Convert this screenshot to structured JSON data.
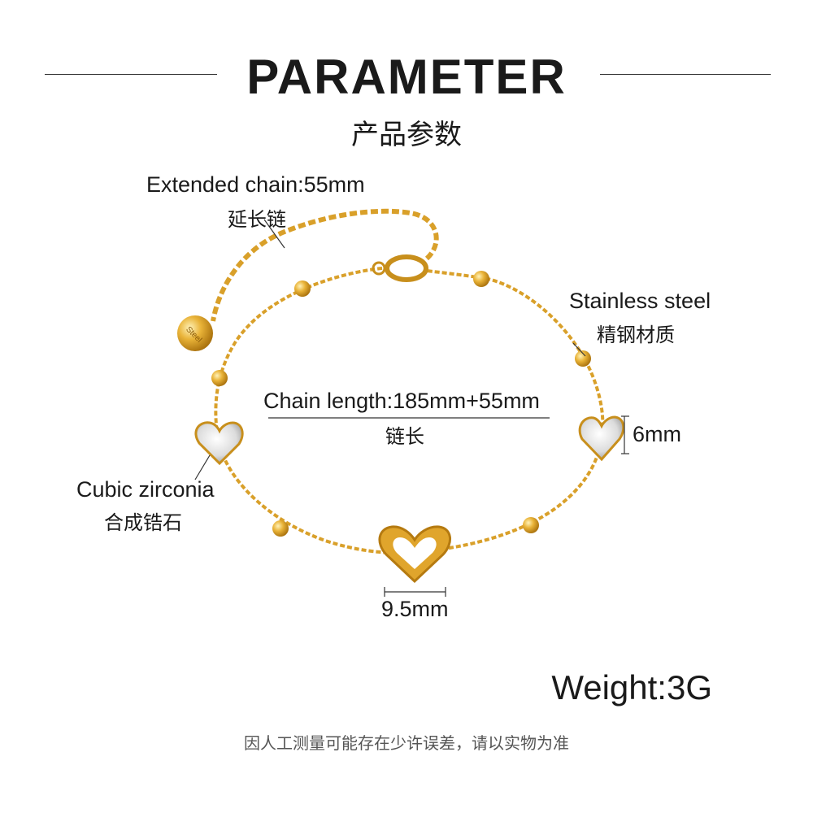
{
  "header": {
    "title": "PARAMETER",
    "subtitle": "产品参数"
  },
  "labels": {
    "extended_chain": {
      "en": "Extended chain:55mm",
      "cn": "延长链"
    },
    "material": {
      "en": "Stainless steel",
      "cn": "精钢材质"
    },
    "chain_length": {
      "en": "Chain length:185mm+55mm",
      "cn": "链长"
    },
    "stone_size": "6mm",
    "stone": {
      "en": "Cubic zirconia",
      "cn": "合成锆石"
    },
    "heart_size": "9.5mm"
  },
  "tag_text": "Steel",
  "weight": "Weight:3G",
  "note": "因人工测量可能存在少许误差，请以实物为准",
  "colors": {
    "gold": "#e3a82b",
    "gold_dark": "#b97d12",
    "text": "#1a1a1a"
  }
}
